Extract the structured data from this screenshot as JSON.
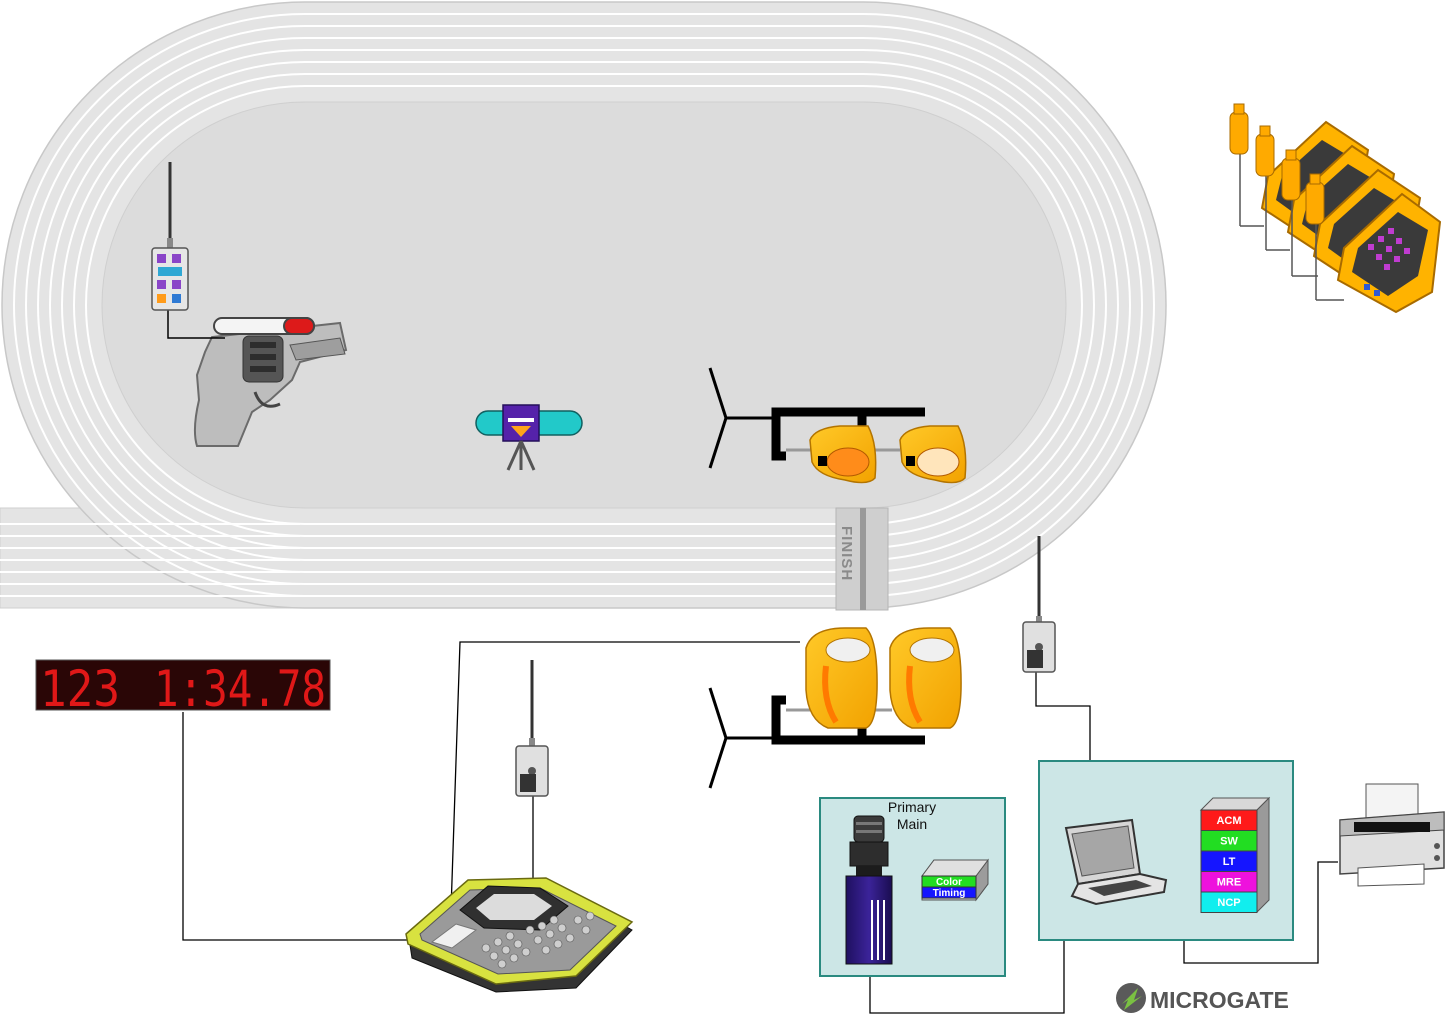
{
  "track": {
    "finish_label": "FINISH"
  },
  "scoreboard": {
    "bib": "123",
    "time": "1:34.78"
  },
  "primary_box": {
    "line1": "Primary",
    "line2": "Main",
    "module_line1": "Color",
    "module_line2": "Timing"
  },
  "software_stack": [
    {
      "label": "ACM",
      "color": "#ff1a1a"
    },
    {
      "label": "SW",
      "color": "#22dd22"
    },
    {
      "label": "LT",
      "color": "#1515ff"
    },
    {
      "label": "MRE",
      "color": "#ee11dd"
    },
    {
      "label": "NCP",
      "color": "#11eeee"
    }
  ],
  "logo": {
    "text": "MICROGATE"
  },
  "colors": {
    "track": "#e2e2e2",
    "track_lines": "#ffffff",
    "infield": "#dedede",
    "box_fill": "#cce6e6",
    "box_border": "#2a8a80",
    "scoreboard_bg": "#2a0606",
    "scoreboard_led": "#e01818",
    "photocell": "#ffb300"
  }
}
